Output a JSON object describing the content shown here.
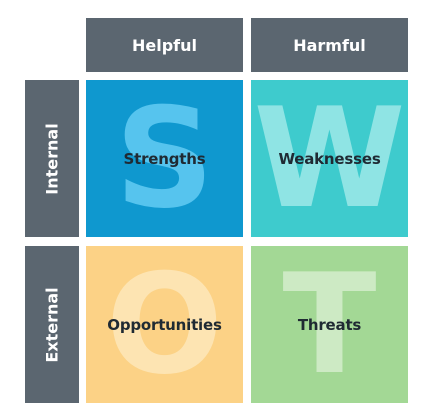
{
  "columns": {
    "helpful": "Helpful",
    "harmful": "Harmful"
  },
  "rows": {
    "internal": "Internal",
    "external": "External"
  },
  "quadrants": [
    {
      "key": "s",
      "letter": "S",
      "label": "Strengths",
      "color": "#0f98cf"
    },
    {
      "key": "w",
      "letter": "W",
      "label": "Weaknesses",
      "color": "#3ecbcd"
    },
    {
      "key": "o",
      "letter": "O",
      "label": "Opportunities",
      "color": "#fcd286"
    },
    {
      "key": "t",
      "letter": "T",
      "label": "Threats",
      "color": "#a3d895"
    }
  ],
  "header_color": "#5b6670"
}
